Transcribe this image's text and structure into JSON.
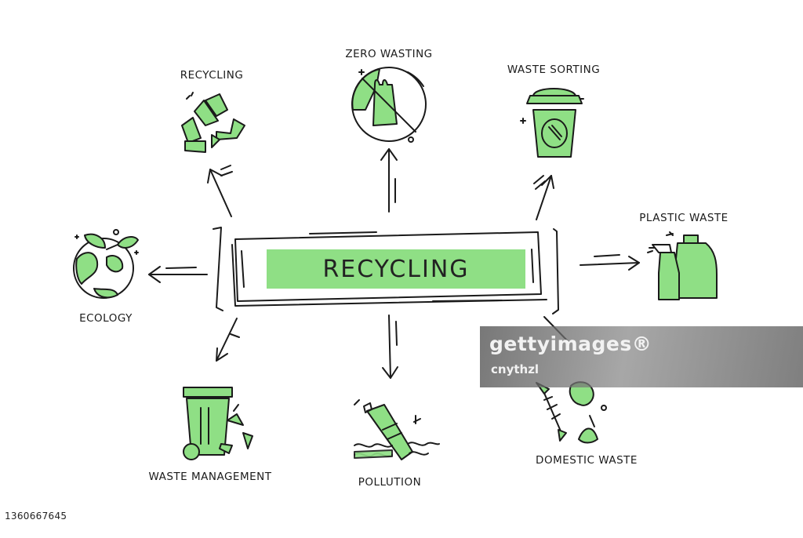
{
  "diagram": {
    "center": "RECYCLING",
    "nodes": {
      "recycling": "RECYCLING",
      "zero_wasting": "ZERO WASTING",
      "waste_sorting": "WASTE SORTING",
      "plastic_waste": "PLASTIC WASTE",
      "ecology": "ECOLOGY",
      "waste_management": "WASTE MANAGEMENT",
      "pollution": "POLLUTION",
      "domestic_waste": "DOMESTIC WASTE"
    }
  },
  "watermark": {
    "logo": "gettyimages®",
    "credit": "cnythzl"
  },
  "stock_id": "1360667645",
  "colors": {
    "accent": "#8fdf85",
    "ink": "#1a1a1a",
    "background": "#ffffff"
  }
}
